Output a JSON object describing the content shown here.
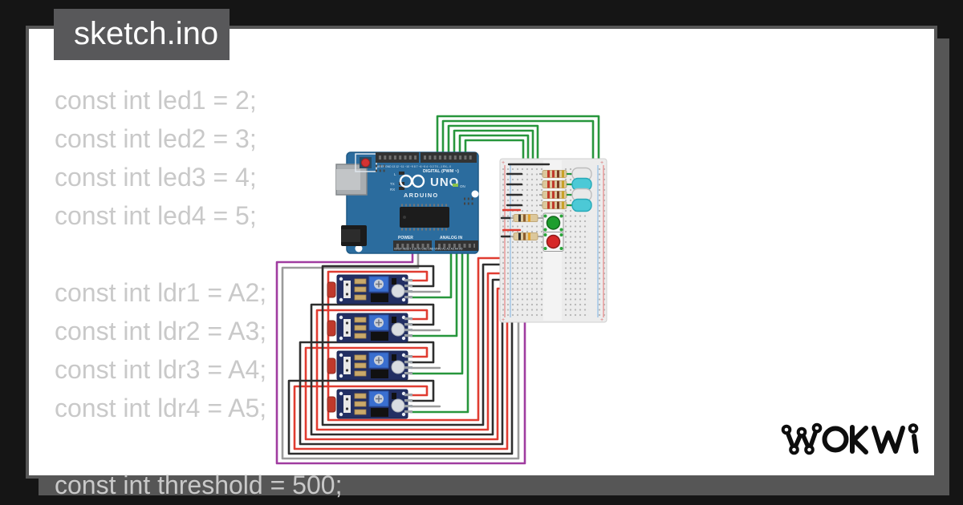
{
  "tab": {
    "label": "sketch.ino"
  },
  "code": {
    "lines": [
      "const int led1 = 2;",
      "const int led2 = 3;",
      "const int led3 = 4;",
      "const int led4 = 5;",
      "",
      "const int ldr1 = A2;",
      "const int ldr2 = A3;",
      "const int ldr3 = A4;",
      "const int ldr4 = A5;",
      "",
      "const int threshold = 500;"
    ],
    "text_color": "#c9c9c9"
  },
  "logo": {
    "text": "WOKWI"
  },
  "colors": {
    "background": "#151515",
    "card": "#ffffff",
    "frame_shadow": "#565656",
    "tab_bg": "#58585a"
  },
  "diagram": {
    "arduino": {
      "model": "UNO",
      "brand": "ARDUINO",
      "digital_label": "DIGITAL (PWM ~)",
      "power_label": "POWER",
      "analog_label": "ANALOG IN",
      "on_label": "ON",
      "l_label": "L",
      "tx_label": "TX",
      "rx_label": "RX",
      "digital_pins": [
        "AREF",
        "GND",
        "13",
        "12",
        "~11",
        "~10",
        "~9",
        "8",
        "7",
        "~6",
        "~5",
        "4",
        "~3",
        "2",
        "TX→1",
        "RX←0"
      ],
      "power_pins": [
        "IOREF",
        "RESET",
        "3.3V",
        "5V",
        "GND",
        "GND",
        "VIN"
      ],
      "analog_pins": [
        "A0",
        "A1",
        "A2",
        "A3",
        "A4",
        "A5"
      ],
      "board_color": "#2b6c9e"
    },
    "led_colors": [
      "#e9e9e9",
      "#4cc9d6",
      "#e9e9e9",
      "#4cc9d6"
    ],
    "button_colors": [
      "#1e9e2e",
      "#d62828"
    ],
    "module_count": 4,
    "wire_colors": {
      "signal": "#27963c",
      "vcc": "#e03c31",
      "gnd": "#2e2e2e",
      "five_volt": "#a03ca0",
      "jumper": "#9b9b9b"
    }
  }
}
